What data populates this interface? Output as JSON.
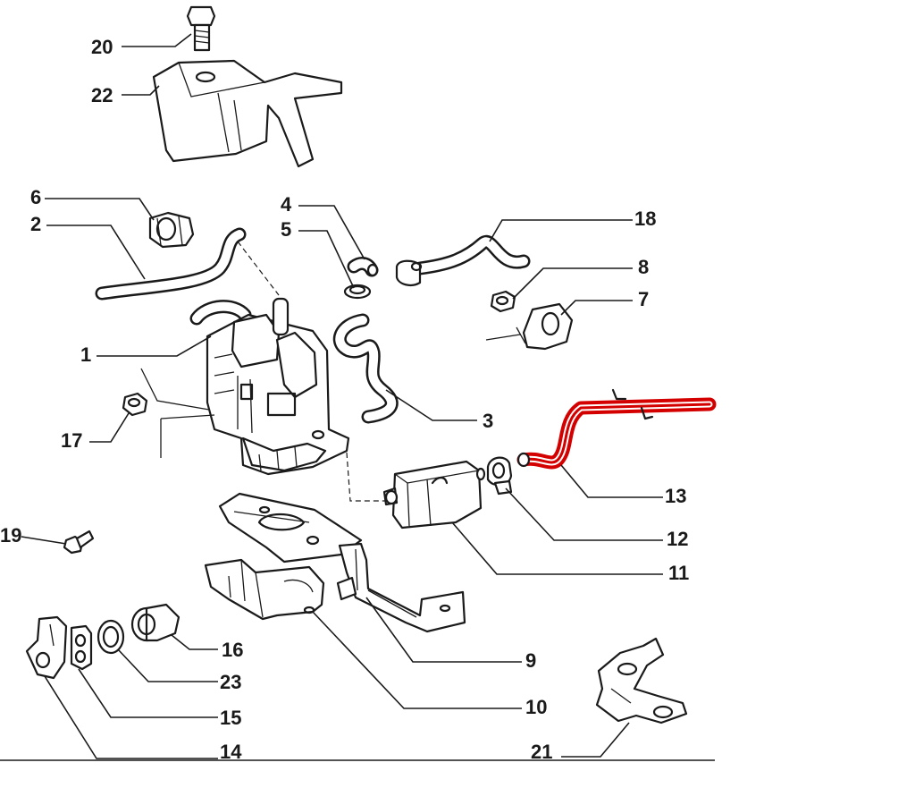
{
  "callouts": {
    "c1": "1",
    "c2": "2",
    "c3": "3",
    "c4": "4",
    "c5": "5",
    "c6": "6",
    "c7": "7",
    "c8": "8",
    "c9": "9",
    "c10": "10",
    "c11": "11",
    "c12": "12",
    "c13": "13",
    "c14": "14",
    "c15": "15",
    "c16": "16",
    "c17": "17",
    "c18": "18",
    "c19": "19",
    "c20": "20",
    "c21": "21",
    "c22": "22",
    "c23": "23"
  },
  "highlight": {
    "part": "13",
    "color": "#d40000"
  }
}
